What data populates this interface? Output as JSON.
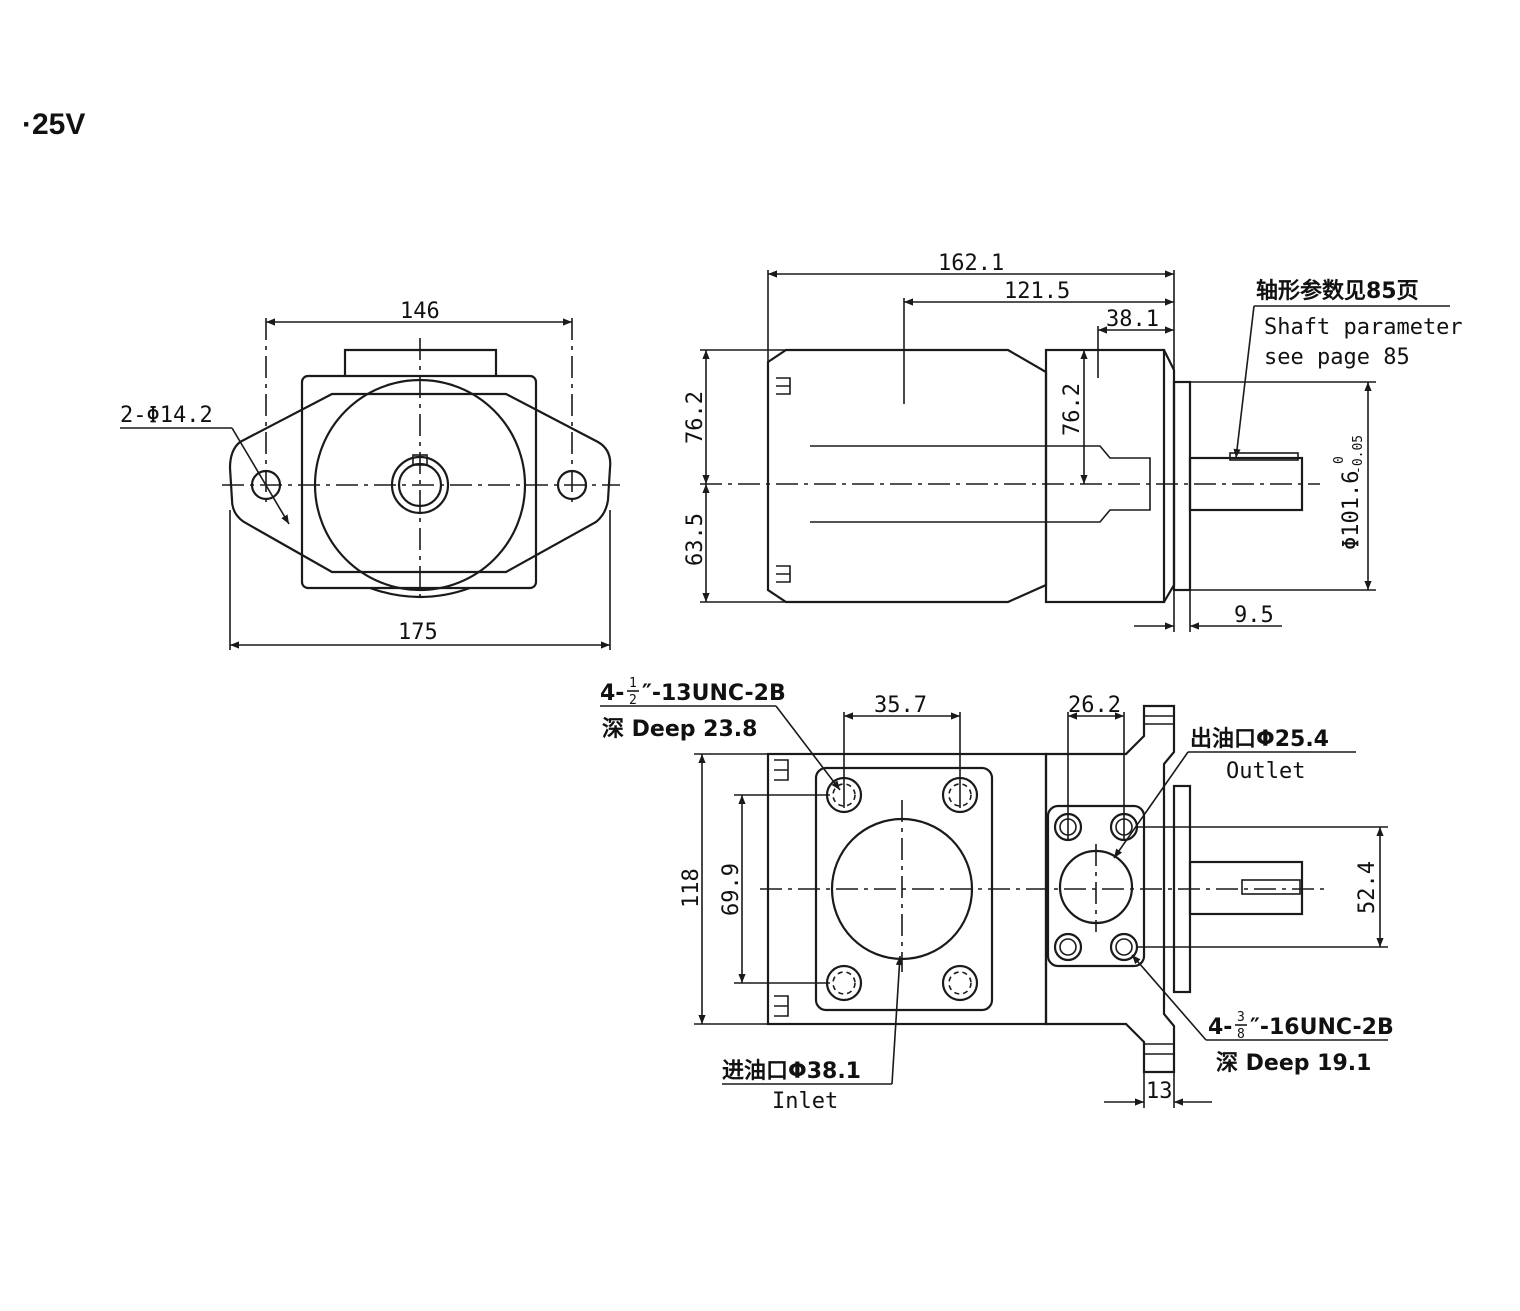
{
  "title": "·25V",
  "front_view": {
    "dim_top": "146",
    "dim_bottom": "175",
    "hole_callout": "2-Φ14.2"
  },
  "side_view": {
    "dim_overall": "162.1",
    "dim_mid": "121.5",
    "dim_short": "38.1",
    "dim_upper_left": "76.2",
    "dim_lower_left": "63.5",
    "dim_upper_right": "76.2",
    "dim_pilot_dia": "Φ101.6",
    "dim_pilot_tol_upper": "0",
    "dim_pilot_tol_lower": "-0.05",
    "dim_pilot_len": "9.5",
    "shaft_note_cn": "轴形参数见85页",
    "shaft_note_en_1": "Shaft parameter",
    "shaft_note_en_2": "see page 85"
  },
  "bottom_view": {
    "dim_inlet_spacing": "35.7",
    "dim_outlet_spacing": "26.2",
    "dim_height": "118",
    "dim_inlet_vert": "69.9",
    "dim_outlet_vert": "52.4",
    "dim_flange": "13",
    "inlet_thread_prefix": "4-",
    "inlet_thread_frac_num": "1",
    "inlet_thread_frac_den": "2",
    "inlet_thread_suffix": "″-13UNC-2B",
    "inlet_depth": "深 Deep 23.8",
    "outlet_thread_prefix": "4-",
    "outlet_thread_frac_num": "3",
    "outlet_thread_frac_den": "8",
    "outlet_thread_suffix": "″-16UNC-2B",
    "outlet_depth": "深 Deep 19.1",
    "outlet_label_cn": "出油口Φ25.4",
    "outlet_label_en": "Outlet",
    "inlet_label_cn": "进油口Φ38.1",
    "inlet_label_en": "Inlet"
  }
}
